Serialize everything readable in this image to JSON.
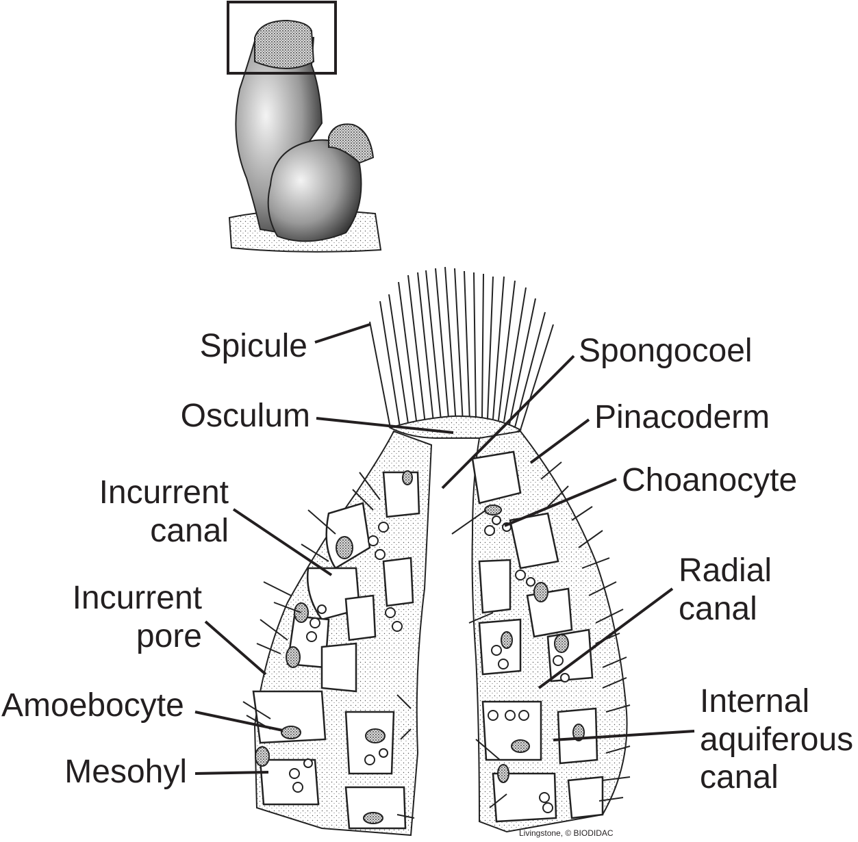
{
  "labels": {
    "spicule": "Spicule",
    "osculum": "Osculum",
    "incurrent_canal_1": "Incurrent",
    "incurrent_canal_2": "canal",
    "incurrent_pore_1": "Incurrent",
    "incurrent_pore_2": "pore",
    "amoebocyte": "Amoebocyte",
    "mesohyl": "Mesohyl",
    "spongocoel": "Spongocoel",
    "pinacoderm": "Pinacoderm",
    "choanocyte": "Choanocyte",
    "radial_canal_1": "Radial",
    "radial_canal_2": "canal",
    "internal_canal_1": "Internal",
    "internal_canal_2": "aquiferous",
    "internal_canal_3": "canal"
  },
  "credit": "Livingstone, © BIODIDAC",
  "colors": {
    "ink": "#231f20",
    "background": "#ffffff"
  }
}
